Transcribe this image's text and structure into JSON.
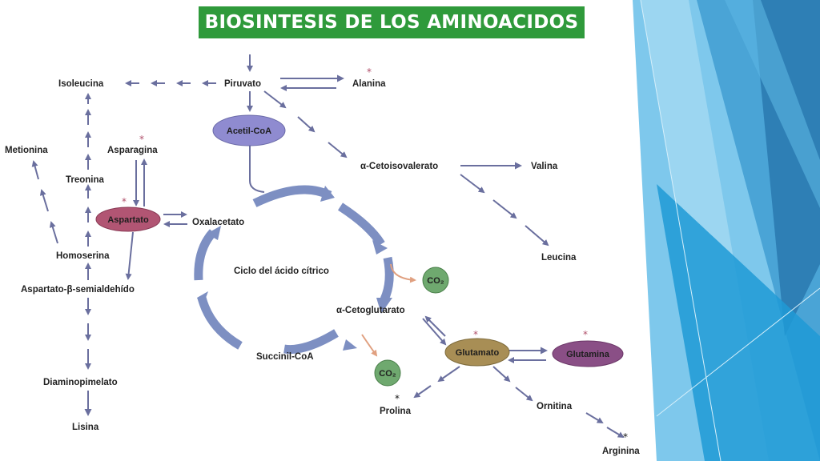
{
  "title": "BIOSINTESIS DE LOS AMINOACIDOS",
  "colors": {
    "title_bg": "#2f9a3b",
    "arrow": "#6a6f9e",
    "cycle_arrow": "#7d8fc2",
    "asterisk": "#b0506a",
    "aspartato_fill": "#b15573",
    "glutamato_fill": "#a88e55",
    "glutamina_fill": "#8a4f86",
    "acetilcoa_fill": "#8f8bd0",
    "co2_fill": "#6fa96f"
  },
  "nodes": {
    "piruvato": "Piruvato",
    "alanina": "Alanina",
    "isoleucina": "Isoleucina",
    "acetil_coa": "Acetil-CoA",
    "cetoisovalerato": "α-Cetoisovalerato",
    "valina": "Valina",
    "leucina": "Leucina",
    "metionina": "Metionina",
    "asparagina": "Asparagina",
    "treonina": "Treonina",
    "aspartato": "Aspartato",
    "oxalacetato": "Oxalacetato",
    "homoserina": "Homoserina",
    "aspartato_semialdehido": "Aspartato-β-semialdehído",
    "ciclo": "Ciclo del ácido cítrico",
    "co2_a": "CO₂",
    "cetoglutarato": "α-Cetoglutarato",
    "glutamato": "Glutamato",
    "glutamina": "Glutamina",
    "succinil_coa": "Succinil-CoA",
    "co2_b": "CO₂",
    "prolina": "Prolina",
    "ornitina": "Ornitina",
    "arginina": "Arginina",
    "diaminopimelato": "Diaminopimelato",
    "lisina": "Lisina"
  },
  "marks": {
    "asterisk": "*"
  }
}
